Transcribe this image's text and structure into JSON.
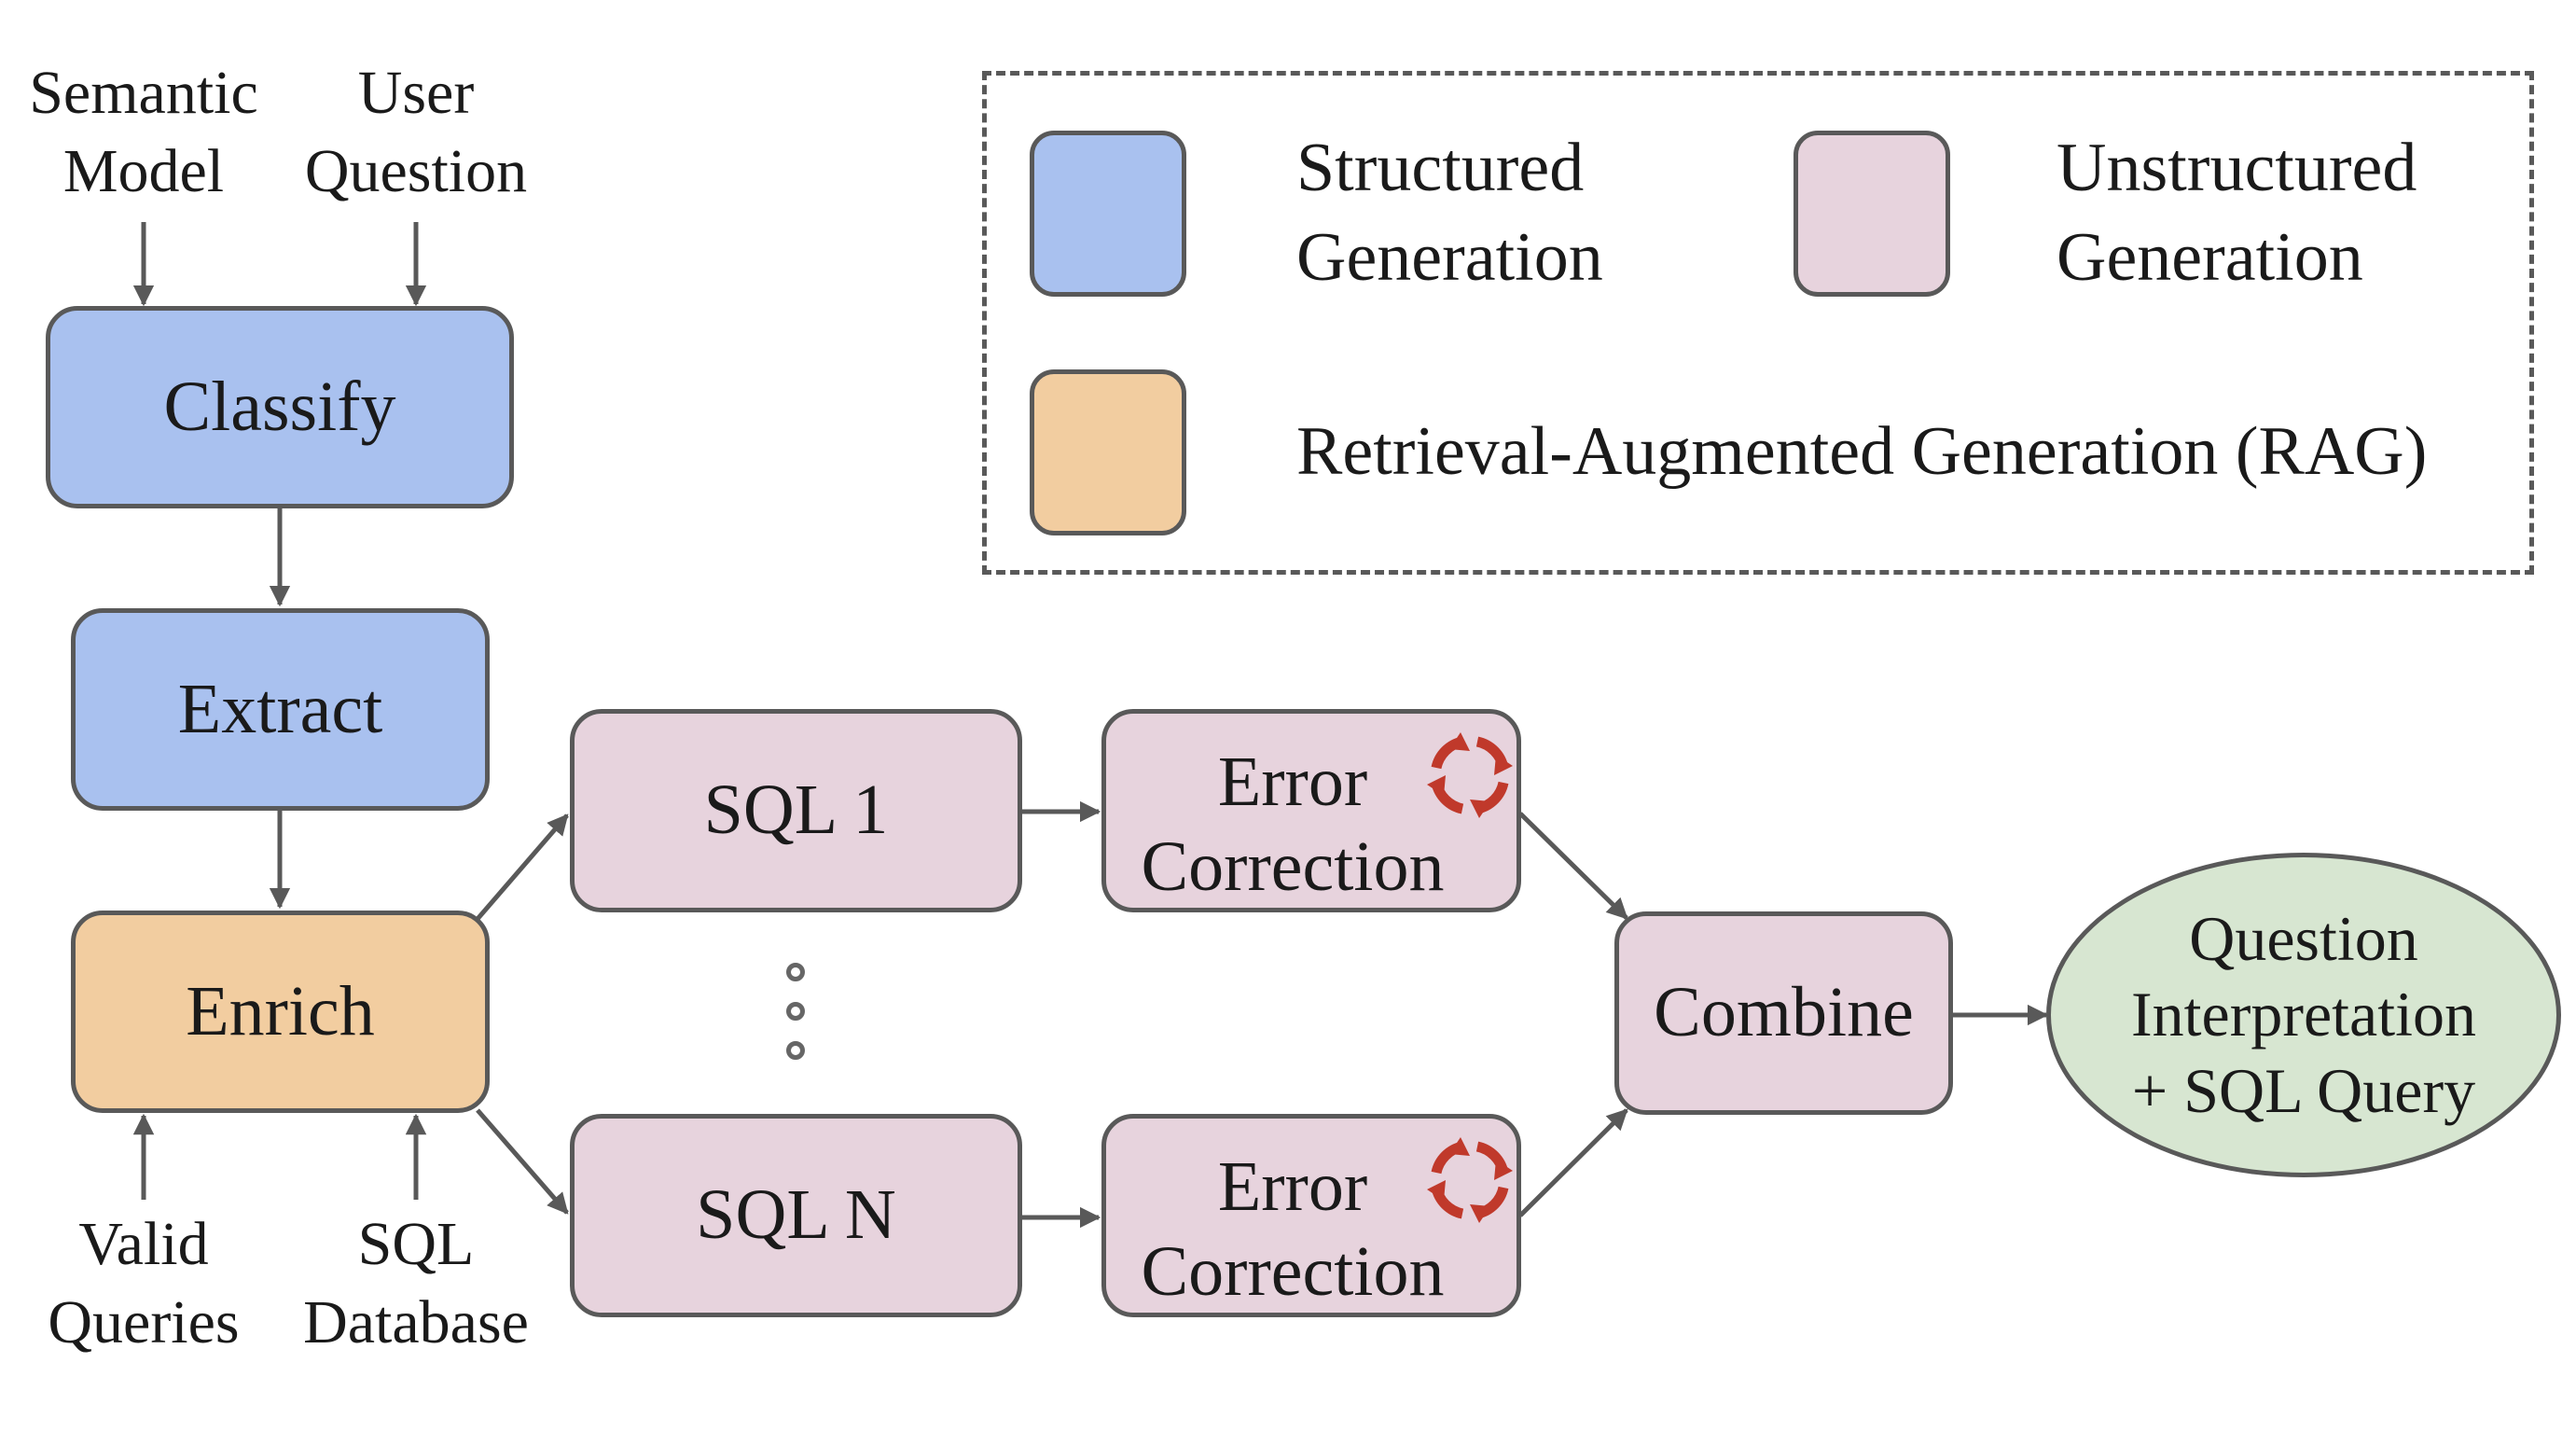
{
  "inputs": {
    "semantic_model": [
      "Semantic",
      "Model"
    ],
    "user_question": [
      "User",
      "Question"
    ],
    "valid_queries": [
      "Valid",
      "Queries"
    ],
    "sql_database": [
      "SQL",
      "Database"
    ]
  },
  "nodes": {
    "classify": "Classify",
    "extract": "Extract",
    "enrich": "Enrich",
    "sql_1": "SQL 1",
    "sql_n": "SQL N",
    "error_correction_1": [
      "Error",
      "Correction"
    ],
    "error_correction_n": [
      "Error",
      "Correction"
    ],
    "combine": "Combine",
    "output": [
      "Question",
      "Interpretation",
      "+ SQL Query"
    ]
  },
  "legend": {
    "structured": [
      "Structured",
      "Generation"
    ],
    "unstructured": [
      "Unstructured",
      "Generation"
    ],
    "rag": "Retrieval-Augmented Generation (RAG)"
  },
  "colors": {
    "structured": "#a9c1ef",
    "unstructured": "#e7d3dd",
    "rag": "#f2cda0",
    "output": "#d7e6d1",
    "loop_icon": "#c0392b",
    "stroke": "#595959"
  },
  "icons": {
    "error_correction": "refresh-loop-icon",
    "parallel_ellipsis": "vertical-ellipsis"
  }
}
